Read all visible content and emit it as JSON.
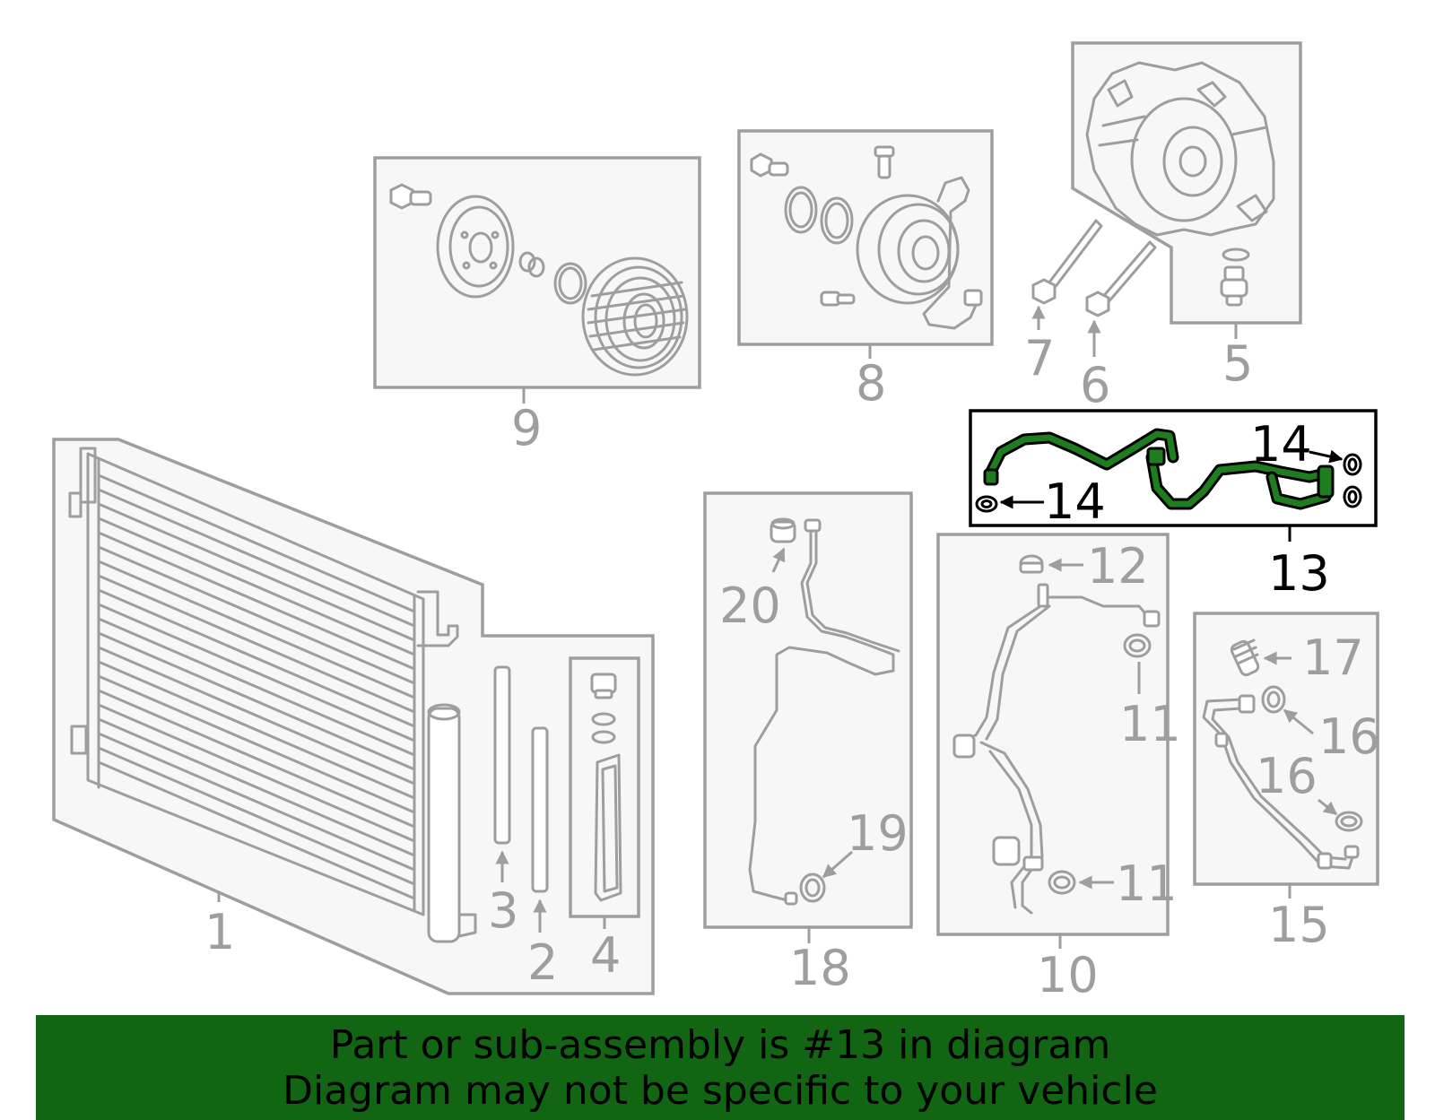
{
  "diagram": {
    "callouts": {
      "c1": "1",
      "c2": "2",
      "c3": "3",
      "c4": "4",
      "c5": "5",
      "c6": "6",
      "c7": "7",
      "c8": "8",
      "c9": "9",
      "c10": "10",
      "c11a": "11",
      "c11b": "11",
      "c12": "12",
      "c13": "13",
      "c14a": "14",
      "c14b": "14",
      "c15": "15",
      "c16a": "16",
      "c16b": "16",
      "c17": "17",
      "c18": "18",
      "c19": "19",
      "c20": "20"
    },
    "highlight_part": "13",
    "colors": {
      "part_lines": "#9e9e9e",
      "box_fill": "#f7f7f7",
      "highlight_green": "#1e7d1e",
      "highlight_outline": "#000000",
      "banner_bg": "#126512"
    }
  },
  "banner": {
    "line1": "Part or sub-assembly is #13 in diagram",
    "line2": "Diagram may not be specific to your vehicle"
  }
}
